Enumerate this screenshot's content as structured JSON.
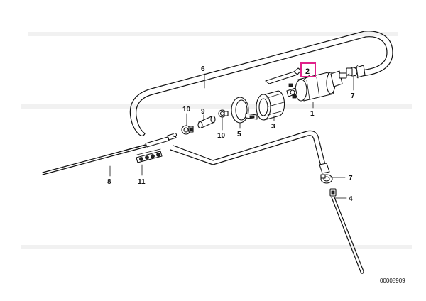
{
  "diagram": {
    "callouts": {
      "c1": "1",
      "c2": "2",
      "c3": "3",
      "c4": "4",
      "c5": "5",
      "c6": "6",
      "c7a": "7",
      "c7b": "7",
      "c8": "8",
      "c9": "9",
      "c10a": "10",
      "c10b": "10",
      "c11": "11"
    },
    "diagram_code": "00008909",
    "colors": {
      "highlight": "#e0218a",
      "line": "#111111",
      "background": "#ffffff"
    }
  }
}
